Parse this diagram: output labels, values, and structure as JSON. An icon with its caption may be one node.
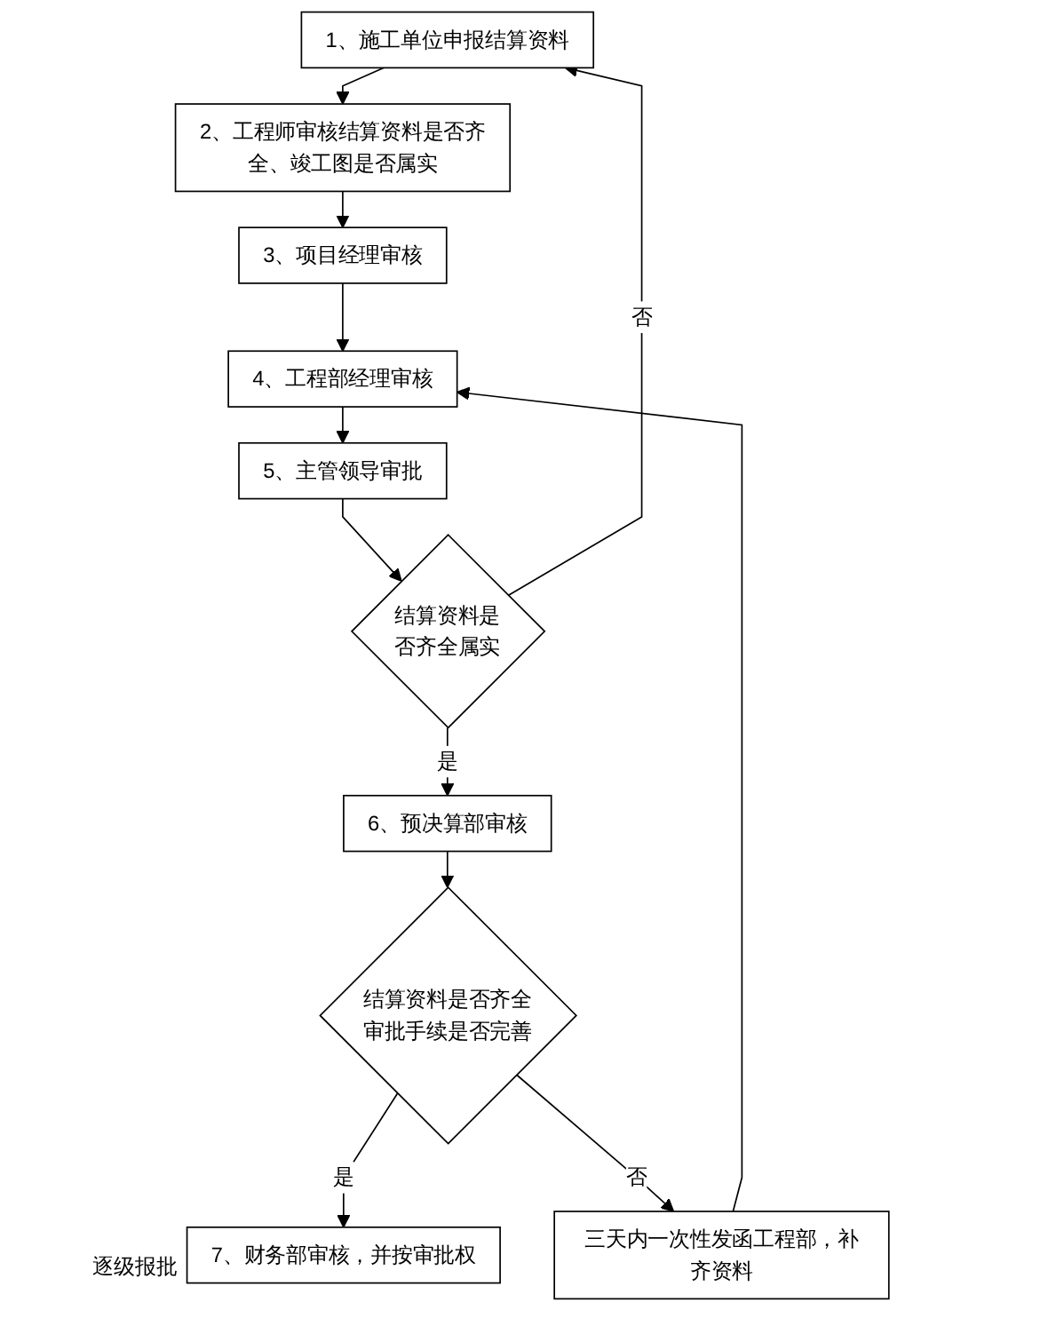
{
  "diagram": {
    "nodes": [
      {
        "text": [
          "1、施工单位申报结算资料"
        ]
      },
      {
        "text": [
          "2、工程师审核结算资料是否齐全、竣工图是否属实"
        ]
      },
      {
        "text": [
          "3、项目经理审核"
        ]
      },
      {
        "text": [
          "4、工程部经理审核"
        ]
      },
      {
        "text": [
          "5、主管领导审批"
        ]
      },
      {
        "text": [
          "结算资料是否齐全属实"
        ]
      },
      {
        "text": [
          "6、预决算部审核"
        ]
      },
      {
        "text": [
          "结算资料是否齐全审批手续是否完善"
        ]
      },
      {
        "text": [
          "7、财务部审核，并按审批权"
        ],
        "beside": [
          "逐级报批"
        ]
      },
      {
        "text": [
          "三天内一次性发函工程部，补齐资料"
        ]
      }
    ],
    "edges": [
      {
        "from": 0,
        "to": 1,
        "arrow": "to"
      },
      {
        "from": 1,
        "to": 2,
        "arrow": "to"
      },
      {
        "from": 2,
        "to": 3,
        "arrow": "to"
      },
      {
        "from": 3,
        "to": 4,
        "arrow": "to"
      },
      {
        "from": 4,
        "to": 5,
        "arrow": "to"
      },
      {
        "from": 5,
        "to": 6,
        "label": "是",
        "arrow": "to"
      },
      {
        "from": 5,
        "to": 0,
        "label": "否",
        "arrow": "to"
      },
      {
        "from": 6,
        "to": 7,
        "arrow": "to"
      },
      {
        "from": 7,
        "to": 8,
        "label": "是",
        "arrow": "to"
      },
      {
        "from": 7,
        "to": 9,
        "label": "否",
        "arrow": "to"
      },
      {
        "from": 9,
        "to": 3,
        "arrow": "to"
      }
    ]
  }
}
